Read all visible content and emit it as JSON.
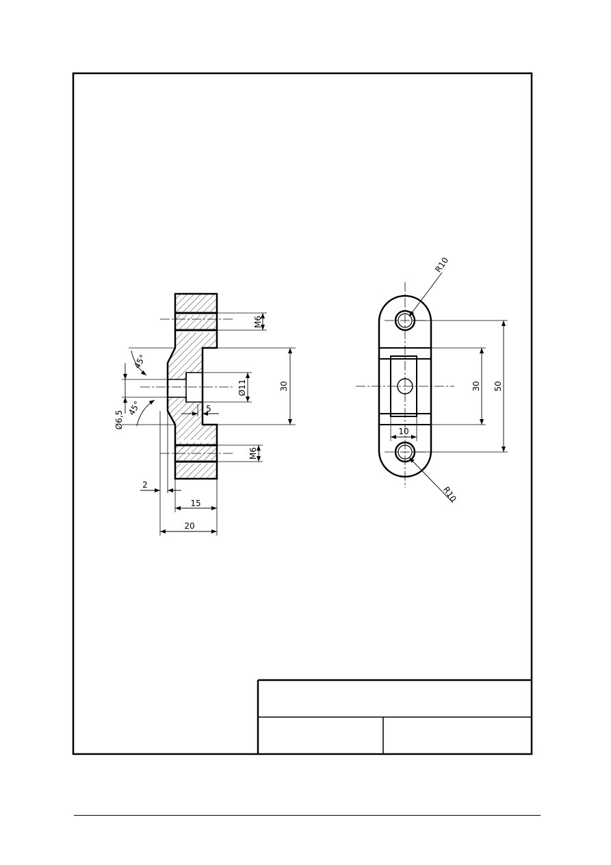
{
  "drawing": {
    "section_view": {
      "dims": {
        "m6_top": "M6",
        "m6_bottom": "M6",
        "dia_11": "Ø11",
        "dia_6_5": "Ø6,5",
        "len_30": "30",
        "len_5": "5",
        "len_2": "2",
        "len_15": "15",
        "len_20": "20",
        "angle_top": "45°",
        "angle_bottom": "45°"
      }
    },
    "front_view": {
      "dims": {
        "r10_top": "R10",
        "r10_bottom": "R10",
        "len_30": "30",
        "len_50": "50",
        "len_10": "10"
      }
    }
  },
  "title_block": {
    "title": "",
    "cell_left": "",
    "cell_right": ""
  }
}
